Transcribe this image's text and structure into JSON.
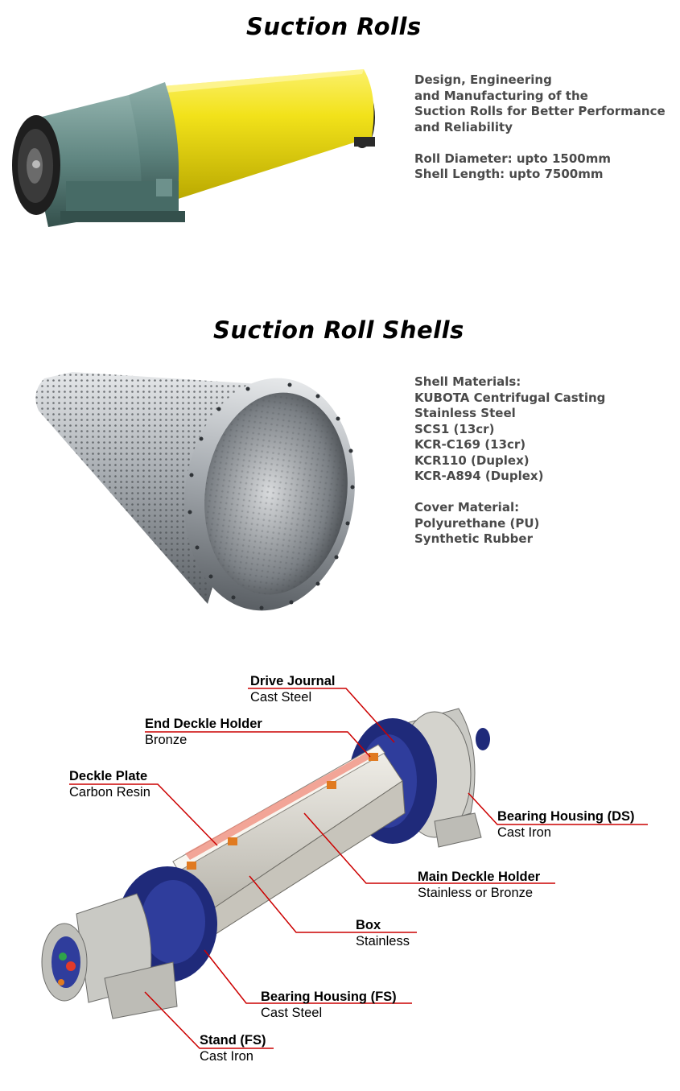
{
  "sections": {
    "rolls": {
      "title": "Suction Rolls",
      "description": "Design, Engineering\nand Manufacturing of the\nSuction Rolls for Better Performance\nand Reliability\n\nRoll Diameter: upto 1500mm\nShell Length: upto 7500mm"
    },
    "shells": {
      "title": "Suction Roll Shells",
      "description": "Shell Materials:\nKUBOTA Centrifugal Casting\nStainless Steel\nSCS1 (13cr)\nKCR-C169 (13cr)\nKCR110 (Duplex)\nKCR-A894 (Duplex)\n\nCover Material:\nPolyurethane (PU)\nSynthetic Rubber"
    }
  },
  "diagram": {
    "labels": [
      {
        "name": "Drive Journal",
        "material": "Cast Steel"
      },
      {
        "name": "End Deckle Holder",
        "material": "Bronze"
      },
      {
        "name": "Deckle Plate",
        "material": "Carbon Resin"
      },
      {
        "name": "Bearing Housing (DS)",
        "material": "Cast Iron"
      },
      {
        "name": "Main Deckle Holder",
        "material": "Stainless or Bronze"
      },
      {
        "name": "Box",
        "material": "Stainless"
      },
      {
        "name": "Bearing Housing (FS)",
        "material": "Cast Steel"
      },
      {
        "name": "Stand (FS)",
        "material": "Cast Iron"
      }
    ]
  },
  "colors": {
    "roll_cover": "#f2e21a",
    "housing_green": "#5f8580",
    "bearing_blue": "#1f2a7a",
    "leader_red": "#cc0000",
    "steel": "#9aa0a6"
  }
}
